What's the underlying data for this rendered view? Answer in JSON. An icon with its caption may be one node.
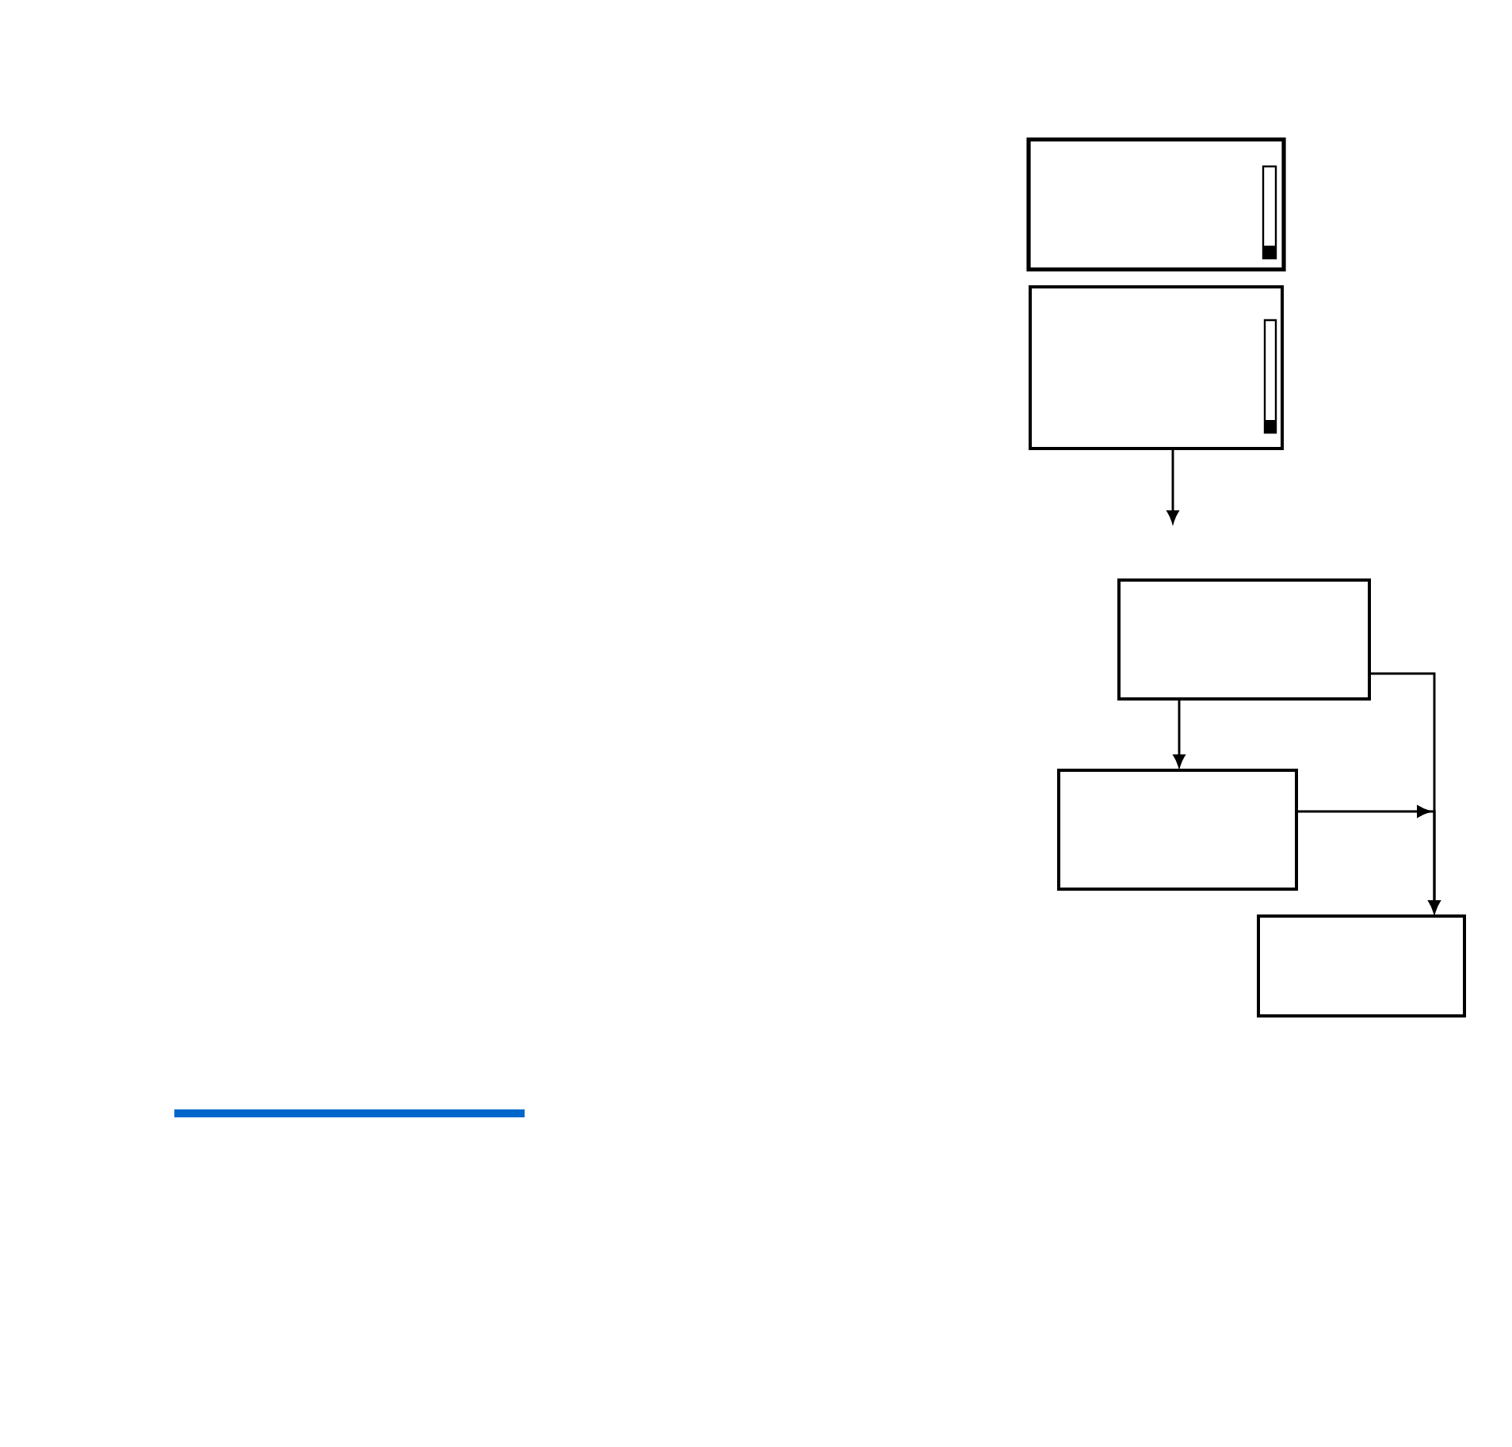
{
  "diagram": {
    "nodes": [
      {
        "text": [],
        "shape": "box"
      },
      {
        "text": [],
        "shape": "box"
      },
      {
        "text": [],
        "shape": "box"
      },
      {
        "text": [],
        "shape": "box"
      },
      {
        "text": [],
        "shape": "box"
      }
    ],
    "edges": [
      {
        "from": 1,
        "to": null,
        "arrow": "to"
      },
      {
        "from": 2,
        "to": 3,
        "arrow": "to"
      },
      {
        "from": 2,
        "to": 4,
        "arrow": "to"
      },
      {
        "from": 3,
        "to": 4,
        "arrow": "to"
      }
    ]
  }
}
